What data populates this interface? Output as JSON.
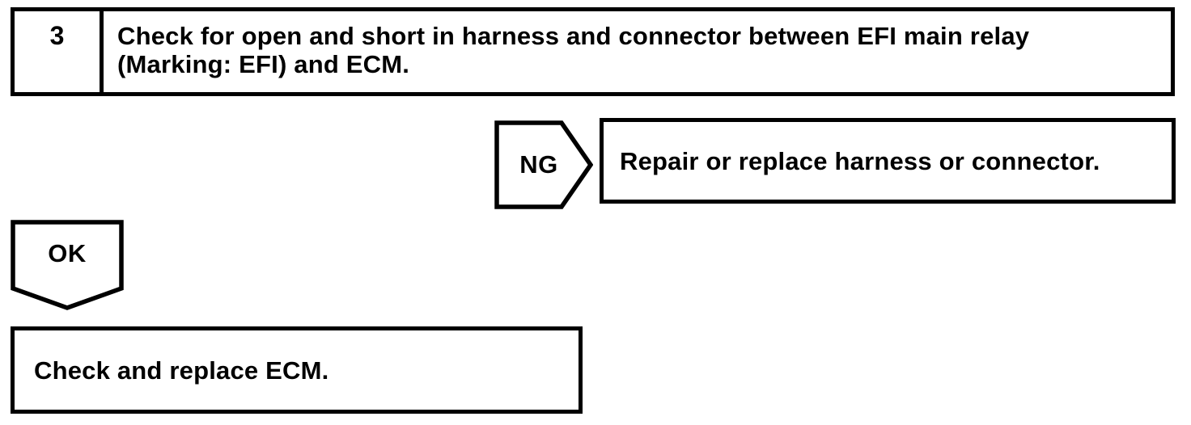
{
  "page": {
    "background_color": "#ffffff",
    "line_color": "#000000"
  },
  "flowchart": {
    "step_box": {
      "number": "3",
      "instruction": "Check for open and short in harness and connector between EFI main relay (Marking: EFI) and ECM."
    },
    "ng_branch": {
      "label": "NG",
      "action": "Repair or replace harness or connector."
    },
    "ok_branch": {
      "label": "OK",
      "action": "Check and replace ECM."
    }
  }
}
